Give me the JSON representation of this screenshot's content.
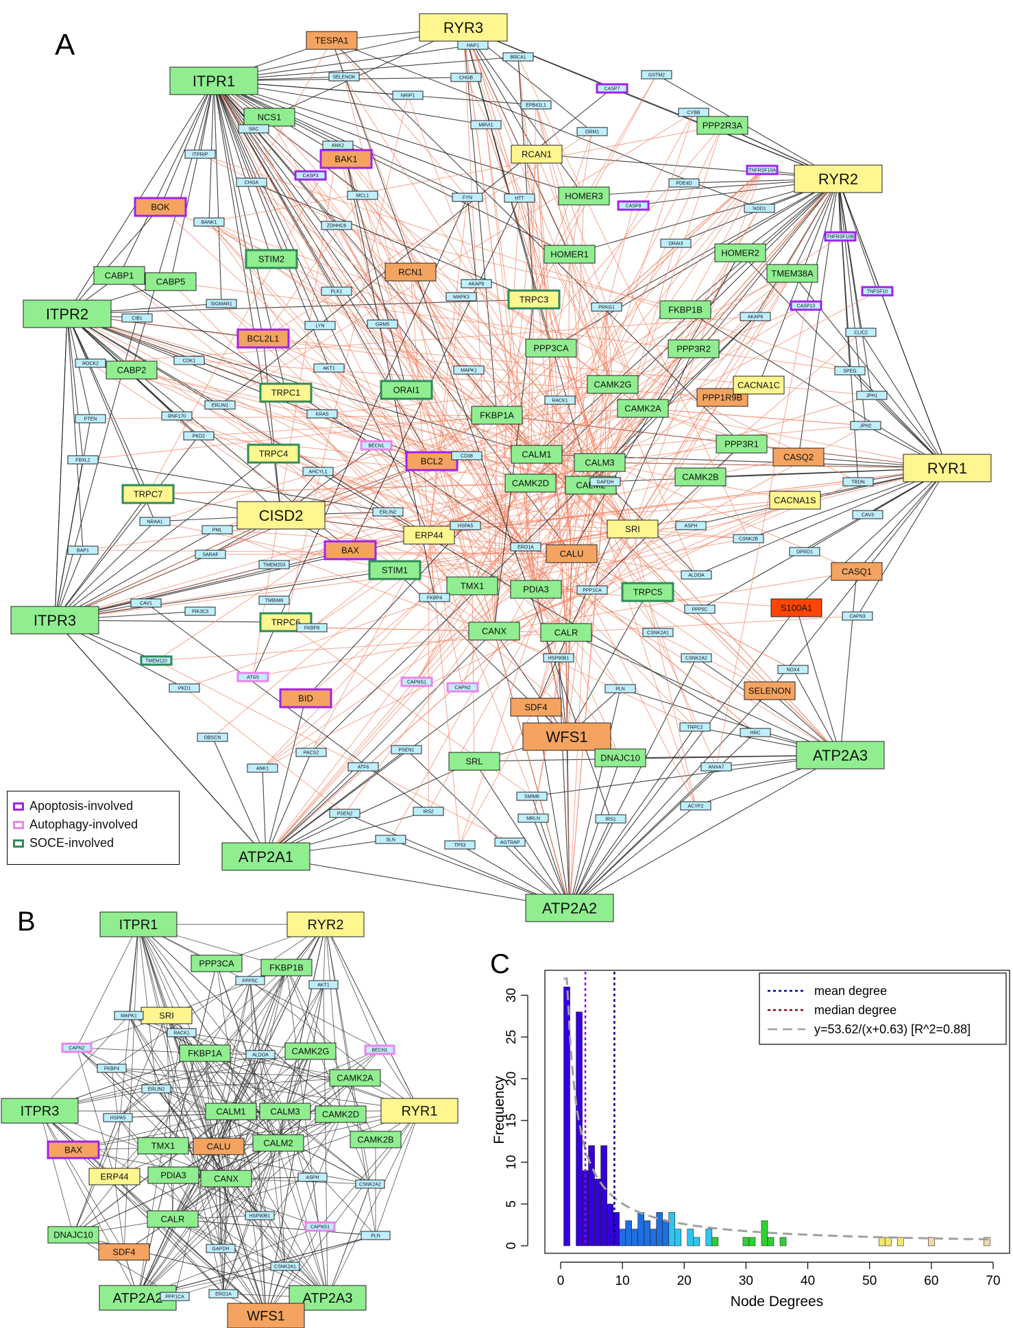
{
  "panels": {
    "a": "A",
    "b": "B",
    "c": "C"
  },
  "colors": {
    "green": "#90EE90",
    "yellow": "#FFF68F",
    "orange": "#F4A460",
    "red": "#FF4500",
    "cyan": "#BFEFFF",
    "apoptosis": "#A020F0",
    "autophagy": "#EE82EE",
    "soce": "#2E8B57",
    "edge_black": "#222222",
    "edge_salmon": "#F08060"
  },
  "legend": [
    {
      "label": "Apoptosis-involved",
      "color": "#A020F0"
    },
    {
      "label": "Autophagy-involved",
      "color": "#EE82EE"
    },
    {
      "label": "SOCE-involved",
      "color": "#2E8B57"
    }
  ],
  "network_a": {
    "nodes": [
      {
        "id": "RYR3",
        "fill": "yellow"
      },
      {
        "id": "TESPA1",
        "fill": "orange"
      },
      {
        "id": "ITPR1",
        "fill": "green"
      },
      {
        "id": "NCS1",
        "fill": "green"
      },
      {
        "id": "BAK1",
        "fill": "orange",
        "border": "apoptosis"
      },
      {
        "id": "RCAN1",
        "fill": "yellow"
      },
      {
        "id": "PPP2R3A",
        "fill": "green"
      },
      {
        "id": "RYR2",
        "fill": "yellow"
      },
      {
        "id": "BOK",
        "fill": "orange",
        "border": "apoptosis"
      },
      {
        "id": "HOMER3",
        "fill": "green"
      },
      {
        "id": "STIM2",
        "fill": "green",
        "border": "soce"
      },
      {
        "id": "HOMER1",
        "fill": "green"
      },
      {
        "id": "HOMER2",
        "fill": "green"
      },
      {
        "id": "CABP1",
        "fill": "green"
      },
      {
        "id": "CABP5",
        "fill": "green"
      },
      {
        "id": "RCN1",
        "fill": "orange"
      },
      {
        "id": "TMEM38A",
        "fill": "green"
      },
      {
        "id": "ITPR2",
        "fill": "green"
      },
      {
        "id": "TRPC3",
        "fill": "yellow",
        "border": "soce"
      },
      {
        "id": "FKBP1B",
        "fill": "green"
      },
      {
        "id": "BCL2L1",
        "fill": "orange",
        "border": "apoptosis"
      },
      {
        "id": "PPP3CA",
        "fill": "green"
      },
      {
        "id": "PPP3R2",
        "fill": "green"
      },
      {
        "id": "CABP2",
        "fill": "green"
      },
      {
        "id": "TRPC1",
        "fill": "yellow",
        "border": "soce"
      },
      {
        "id": "ORAI1",
        "fill": "green",
        "border": "soce"
      },
      {
        "id": "CAMK2G",
        "fill": "green"
      },
      {
        "id": "PPP1R9B",
        "fill": "orange"
      },
      {
        "id": "CACNA1C",
        "fill": "yellow"
      },
      {
        "id": "FKBP1A",
        "fill": "green"
      },
      {
        "id": "CAMK2A",
        "fill": "green"
      },
      {
        "id": "PPP3R1",
        "fill": "green"
      },
      {
        "id": "TRPC4",
        "fill": "yellow",
        "border": "soce"
      },
      {
        "id": "BCL2",
        "fill": "orange",
        "border": "apoptosis"
      },
      {
        "id": "CALM1",
        "fill": "green"
      },
      {
        "id": "CALM3",
        "fill": "green"
      },
      {
        "id": "CASQ2",
        "fill": "orange"
      },
      {
        "id": "RYR1",
        "fill": "yellow"
      },
      {
        "id": "CAMK2D",
        "fill": "green"
      },
      {
        "id": "CALM2",
        "fill": "green"
      },
      {
        "id": "CAMK2B",
        "fill": "green"
      },
      {
        "id": "TRPC7",
        "fill": "yellow",
        "border": "soce"
      },
      {
        "id": "CACNA1S",
        "fill": "yellow"
      },
      {
        "id": "CISD2",
        "fill": "yellow"
      },
      {
        "id": "ERP44",
        "fill": "yellow"
      },
      {
        "id": "SRI",
        "fill": "yellow"
      },
      {
        "id": "BAX",
        "fill": "orange",
        "border": "apoptosis"
      },
      {
        "id": "CALU",
        "fill": "orange"
      },
      {
        "id": "CASQ1",
        "fill": "orange"
      },
      {
        "id": "STIM1",
        "fill": "green",
        "border": "soce"
      },
      {
        "id": "TMX1",
        "fill": "green"
      },
      {
        "id": "PDIA3",
        "fill": "green"
      },
      {
        "id": "TRPC5",
        "fill": "green",
        "border": "soce"
      },
      {
        "id": "ITPR3",
        "fill": "green"
      },
      {
        "id": "S100A1",
        "fill": "red"
      },
      {
        "id": "TRPC6",
        "fill": "yellow",
        "border": "soce"
      },
      {
        "id": "CANX",
        "fill": "green"
      },
      {
        "id": "CALR",
        "fill": "green"
      },
      {
        "id": "BID",
        "fill": "orange",
        "border": "apoptosis"
      },
      {
        "id": "SELENON",
        "fill": "orange"
      },
      {
        "id": "SDF4",
        "fill": "orange"
      },
      {
        "id": "WFS1",
        "fill": "orange"
      },
      {
        "id": "SRL",
        "fill": "green"
      },
      {
        "id": "DNAJC10",
        "fill": "green"
      },
      {
        "id": "ATP2A3",
        "fill": "green"
      },
      {
        "id": "ATP2A1",
        "fill": "green"
      },
      {
        "id": "ATP2A2",
        "fill": "green"
      },
      {
        "id": "HAP1",
        "fill": "cyan"
      },
      {
        "id": "BRCA1",
        "fill": "cyan"
      },
      {
        "id": "SELENOK",
        "fill": "cyan"
      },
      {
        "id": "CHGB",
        "fill": "cyan"
      },
      {
        "id": "CASP7",
        "fill": "cyan",
        "border": "apoptosis"
      },
      {
        "id": "GSTM2",
        "fill": "cyan"
      },
      {
        "id": "NRIP1",
        "fill": "cyan"
      },
      {
        "id": "EPB41L1",
        "fill": "cyan"
      },
      {
        "id": "CYBB",
        "fill": "cyan"
      },
      {
        "id": "MRVI1",
        "fill": "cyan"
      },
      {
        "id": "ORM1",
        "fill": "cyan"
      },
      {
        "id": "ANK2",
        "fill": "cyan"
      },
      {
        "id": "SRC",
        "fill": "cyan"
      },
      {
        "id": "ITPRIP",
        "fill": "cyan"
      },
      {
        "id": "CASP3",
        "fill": "cyan",
        "border": "apoptosis"
      },
      {
        "id": "TNFRSF10A",
        "fill": "cyan",
        "border": "apoptosis"
      },
      {
        "id": "CHGA",
        "fill": "cyan"
      },
      {
        "id": "MCL1",
        "fill": "cyan"
      },
      {
        "id": "FYN",
        "fill": "cyan"
      },
      {
        "id": "HTT",
        "fill": "cyan"
      },
      {
        "id": "PDE4D",
        "fill": "cyan"
      },
      {
        "id": "CASP8",
        "fill": "cyan",
        "border": "apoptosis"
      },
      {
        "id": "NOD1",
        "fill": "cyan"
      },
      {
        "id": "ZDHHC6",
        "fill": "cyan"
      },
      {
        "id": "BANK1",
        "fill": "cyan"
      },
      {
        "id": "TNFRSF10B",
        "fill": "cyan",
        "border": "apoptosis"
      },
      {
        "id": "ORAI3",
        "fill": "cyan"
      },
      {
        "id": "AKAP9",
        "fill": "cyan"
      },
      {
        "id": "TNFSF10",
        "fill": "cyan",
        "border": "apoptosis"
      },
      {
        "id": "CASP10",
        "fill": "cyan",
        "border": "apoptosis"
      },
      {
        "id": "PLK1",
        "fill": "cyan"
      },
      {
        "id": "SIGMAR1",
        "fill": "cyan"
      },
      {
        "id": "MAPK3",
        "fill": "cyan"
      },
      {
        "id": "PRKG1",
        "fill": "cyan"
      },
      {
        "id": "GRM5",
        "fill": "cyan"
      },
      {
        "id": "LYN",
        "fill": "cyan"
      },
      {
        "id": "AKAP6",
        "fill": "cyan"
      },
      {
        "id": "CIB1",
        "fill": "cyan"
      },
      {
        "id": "CLIC2",
        "fill": "cyan"
      },
      {
        "id": "ROCK2",
        "fill": "cyan"
      },
      {
        "id": "CDK1",
        "fill": "cyan"
      },
      {
        "id": "AKT1",
        "fill": "cyan"
      },
      {
        "id": "MAPK1",
        "fill": "cyan"
      },
      {
        "id": "SPEG",
        "fill": "cyan"
      },
      {
        "id": "JPH1",
        "fill": "cyan"
      },
      {
        "id": "RNF170",
        "fill": "cyan"
      },
      {
        "id": "ERLIN1",
        "fill": "cyan"
      },
      {
        "id": "RACK1",
        "fill": "cyan"
      },
      {
        "id": "PTEN",
        "fill": "cyan"
      },
      {
        "id": "KRAS",
        "fill": "cyan"
      },
      {
        "id": "JPH2",
        "fill": "cyan"
      },
      {
        "id": "BECN1",
        "fill": "cyan",
        "border": "autophagy"
      },
      {
        "id": "CD38",
        "fill": "cyan"
      },
      {
        "id": "PKD2",
        "fill": "cyan"
      },
      {
        "id": "FBXL2",
        "fill": "cyan"
      },
      {
        "id": "AHCYL1",
        "fill": "cyan"
      },
      {
        "id": "GAPDH",
        "fill": "cyan"
      },
      {
        "id": "TRDN",
        "fill": "cyan"
      },
      {
        "id": "ERLIN2",
        "fill": "cyan"
      },
      {
        "id": "CAV3",
        "fill": "cyan"
      },
      {
        "id": "NRAA1",
        "fill": "cyan"
      },
      {
        "id": "HSPA5",
        "fill": "cyan"
      },
      {
        "id": "ASPH",
        "fill": "cyan"
      },
      {
        "id": "CSNK2B",
        "fill": "cyan"
      },
      {
        "id": "BAP1",
        "fill": "cyan"
      },
      {
        "id": "PML",
        "fill": "cyan"
      },
      {
        "id": "ERO1A",
        "fill": "cyan"
      },
      {
        "id": "OPRD1",
        "fill": "cyan"
      },
      {
        "id": "SARAF",
        "fill": "cyan"
      },
      {
        "id": "TMEM203",
        "fill": "cyan"
      },
      {
        "id": "ALDOA",
        "fill": "cyan"
      },
      {
        "id": "FKBP4",
        "fill": "cyan"
      },
      {
        "id": "PPP1CA",
        "fill": "cyan"
      },
      {
        "id": "CAV1",
        "fill": "cyan"
      },
      {
        "id": "TMBIM6",
        "fill": "cyan"
      },
      {
        "id": "PPP5C",
        "fill": "cyan"
      },
      {
        "id": "CAPN3",
        "fill": "cyan"
      },
      {
        "id": "PIK3C3",
        "fill": "cyan"
      },
      {
        "id": "FKBP8",
        "fill": "cyan"
      },
      {
        "id": "CSNK2A1",
        "fill": "cyan"
      },
      {
        "id": "TMEM110",
        "fill": "cyan",
        "border": "soce"
      },
      {
        "id": "HSP90B1",
        "fill": "cyan"
      },
      {
        "id": "CSNK2A2",
        "fill": "cyan"
      },
      {
        "id": "NOX4",
        "fill": "cyan"
      },
      {
        "id": "ATG5",
        "fill": "cyan",
        "border": "autophagy"
      },
      {
        "id": "PKD1",
        "fill": "cyan"
      },
      {
        "id": "CAPNS1",
        "fill": "cyan",
        "border": "autophagy"
      },
      {
        "id": "CAPN2",
        "fill": "cyan",
        "border": "autophagy"
      },
      {
        "id": "PLN",
        "fill": "cyan"
      },
      {
        "id": "TRPC2",
        "fill": "cyan"
      },
      {
        "id": "HRC",
        "fill": "cyan"
      },
      {
        "id": "OBSCN",
        "fill": "cyan"
      },
      {
        "id": "PACS2",
        "fill": "cyan"
      },
      {
        "id": "PSEN1",
        "fill": "cyan"
      },
      {
        "id": "ANK1",
        "fill": "cyan"
      },
      {
        "id": "ATF6",
        "fill": "cyan"
      },
      {
        "id": "ANXA7",
        "fill": "cyan"
      },
      {
        "id": "SMIM6",
        "fill": "cyan"
      },
      {
        "id": "ACYP2",
        "fill": "cyan"
      },
      {
        "id": "PSEN2",
        "fill": "cyan"
      },
      {
        "id": "IRS2",
        "fill": "cyan"
      },
      {
        "id": "MRLN",
        "fill": "cyan"
      },
      {
        "id": "IRS1",
        "fill": "cyan"
      },
      {
        "id": "SLN",
        "fill": "cyan"
      },
      {
        "id": "TP53",
        "fill": "cyan"
      },
      {
        "id": "AGTRAP",
        "fill": "cyan"
      }
    ]
  },
  "network_b": {
    "nodes": [
      {
        "id": "ITPR1",
        "fill": "green"
      },
      {
        "id": "RYR2",
        "fill": "yellow"
      },
      {
        "id": "PPP3CA",
        "fill": "green"
      },
      {
        "id": "FKBP1B",
        "fill": "green"
      },
      {
        "id": "PPP5C",
        "fill": "cyan"
      },
      {
        "id": "AKT1",
        "fill": "cyan"
      },
      {
        "id": "SRI",
        "fill": "yellow"
      },
      {
        "id": "MAPK1",
        "fill": "cyan"
      },
      {
        "id": "RACK1",
        "fill": "cyan"
      },
      {
        "id": "CAPN2",
        "fill": "cyan",
        "border": "autophagy"
      },
      {
        "id": "FKBP1A",
        "fill": "green"
      },
      {
        "id": "ALDOA",
        "fill": "cyan"
      },
      {
        "id": "CAMK2G",
        "fill": "green"
      },
      {
        "id": "BECN1",
        "fill": "cyan",
        "border": "autophagy"
      },
      {
        "id": "FKBP4",
        "fill": "cyan"
      },
      {
        "id": "CAMK2A",
        "fill": "green"
      },
      {
        "id": "ERLIN2",
        "fill": "cyan"
      },
      {
        "id": "ITPR3",
        "fill": "green"
      },
      {
        "id": "CALM1",
        "fill": "green"
      },
      {
        "id": "CALM3",
        "fill": "green"
      },
      {
        "id": "CAMK2D",
        "fill": "green"
      },
      {
        "id": "RYR1",
        "fill": "yellow"
      },
      {
        "id": "HSPA5",
        "fill": "cyan"
      },
      {
        "id": "CAMK2B",
        "fill": "green"
      },
      {
        "id": "TMX1",
        "fill": "green"
      },
      {
        "id": "CALU",
        "fill": "orange"
      },
      {
        "id": "CALM2",
        "fill": "green"
      },
      {
        "id": "BAX",
        "fill": "orange",
        "border": "apoptosis"
      },
      {
        "id": "ERP44",
        "fill": "yellow"
      },
      {
        "id": "PDIA3",
        "fill": "green"
      },
      {
        "id": "CANX",
        "fill": "green"
      },
      {
        "id": "ASPH",
        "fill": "cyan"
      },
      {
        "id": "CSNK2A2",
        "fill": "cyan"
      },
      {
        "id": "DNAJC10",
        "fill": "green"
      },
      {
        "id": "CALR",
        "fill": "green"
      },
      {
        "id": "HSP90B1",
        "fill": "cyan"
      },
      {
        "id": "CAPNS1",
        "fill": "cyan",
        "border": "autophagy"
      },
      {
        "id": "PLN",
        "fill": "cyan"
      },
      {
        "id": "SDF4",
        "fill": "orange"
      },
      {
        "id": "GAPDH",
        "fill": "cyan"
      },
      {
        "id": "CSNK2A1",
        "fill": "cyan"
      },
      {
        "id": "ATP2A2",
        "fill": "green"
      },
      {
        "id": "PPP1CA",
        "fill": "cyan"
      },
      {
        "id": "ERO1A",
        "fill": "cyan"
      },
      {
        "id": "ATP2A3",
        "fill": "green"
      },
      {
        "id": "WFS1",
        "fill": "orange"
      }
    ]
  },
  "chart_data": {
    "type": "bar",
    "xlabel": "Node Degrees",
    "ylabel": "Frequency",
    "xlim": [
      0,
      70
    ],
    "ylim": [
      0,
      32
    ],
    "xticks": [
      0,
      10,
      20,
      30,
      40,
      50,
      60,
      70
    ],
    "yticks": [
      0,
      5,
      10,
      15,
      20,
      25,
      30
    ],
    "x": [
      1,
      2,
      3,
      4,
      5,
      6,
      7,
      8,
      9,
      10,
      11,
      12,
      13,
      14,
      15,
      16,
      17,
      18,
      19,
      20,
      21,
      22,
      23,
      24,
      25,
      26,
      27,
      28,
      29,
      30,
      31,
      32,
      33,
      34,
      35,
      36,
      37,
      38,
      39,
      40,
      41,
      42,
      43,
      44,
      45,
      46,
      47,
      48,
      49,
      50,
      51,
      52,
      53,
      54,
      55,
      56,
      57,
      58,
      59,
      60,
      61,
      62,
      63,
      64,
      65,
      66,
      67,
      68,
      69
    ],
    "values": [
      31,
      0,
      28,
      9,
      12,
      8,
      12,
      5,
      4,
      2,
      3,
      2,
      4,
      3,
      2,
      4,
      3,
      4,
      2,
      0,
      2,
      1,
      0,
      2,
      1,
      0,
      0,
      0,
      0,
      1,
      1,
      0,
      3,
      1,
      0,
      1,
      0,
      0,
      0,
      0,
      0,
      0,
      0,
      0,
      0,
      0,
      0,
      0,
      0,
      0,
      0,
      1,
      1,
      0,
      1,
      0,
      0,
      0,
      0,
      1,
      0,
      0,
      0,
      0,
      0,
      0,
      0,
      0,
      1
    ],
    "mean_degree": 8.7,
    "median_degree": 4,
    "fit": {
      "a": 53.62,
      "b": 0.63
    },
    "legend": [
      {
        "label": "mean degree",
        "color": "#00008B",
        "dash": "dotted"
      },
      {
        "label": "median degree",
        "color": "#8B0000",
        "dash": "dotted"
      },
      {
        "label": "y=53.62/(x+0.63) [R^2=0.88]",
        "color": "#A0A0A0",
        "dash": "dashed"
      }
    ],
    "legend_position": "top-right",
    "grid": false
  }
}
